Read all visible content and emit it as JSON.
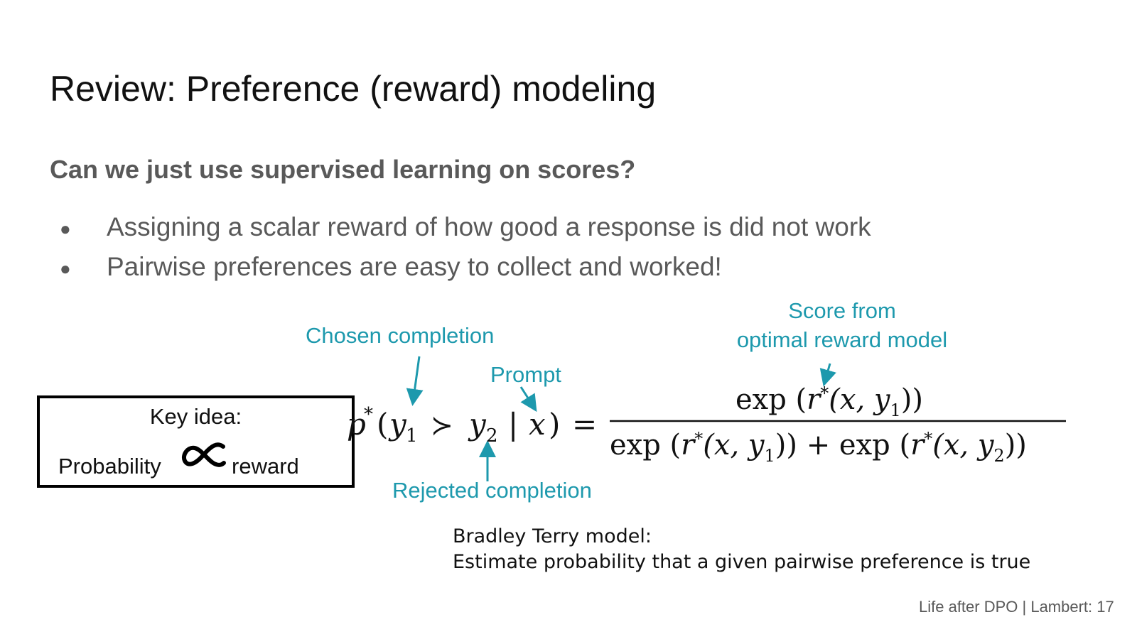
{
  "slide": {
    "title": "Review: Preference (reward) modeling",
    "subtitle": "Can we just use supervised learning on scores?",
    "bullets": [
      "Assigning a scalar reward of how good a response is did not work",
      "Pairwise preferences are easy to collect and worked!"
    ],
    "bullet_marker": "●"
  },
  "key_idea": {
    "heading": "Key idea:",
    "left_word": "Probability",
    "right_word": "reward",
    "symbol_icon": "proportional-to-icon"
  },
  "annotations": {
    "chosen": "Chosen completion",
    "prompt": "Prompt",
    "rejected": "Rejected completion",
    "score_line1": "Score from",
    "score_line2": "optimal reward model",
    "color": "#1d99ad"
  },
  "formula": {
    "lhs_p": "p",
    "lhs_star": "*",
    "lhs_open": "(",
    "y": "y",
    "sub1": "1",
    "sub2": "2",
    "succ": "≻",
    "bar": "|",
    "x": "x",
    "lhs_close": ")",
    "eq": "=",
    "numerator_prefix": "exp (",
    "r": "r",
    "open_x_comma": "(x, ",
    "close2": "))",
    "plus": " + exp (",
    "denominator_prefix": "exp ("
  },
  "caption": {
    "line1": "Bradley Terry model:",
    "line2": "Estimate probability that a given pairwise preference is true"
  },
  "footer": "Life after DPO | Lambert: 17"
}
